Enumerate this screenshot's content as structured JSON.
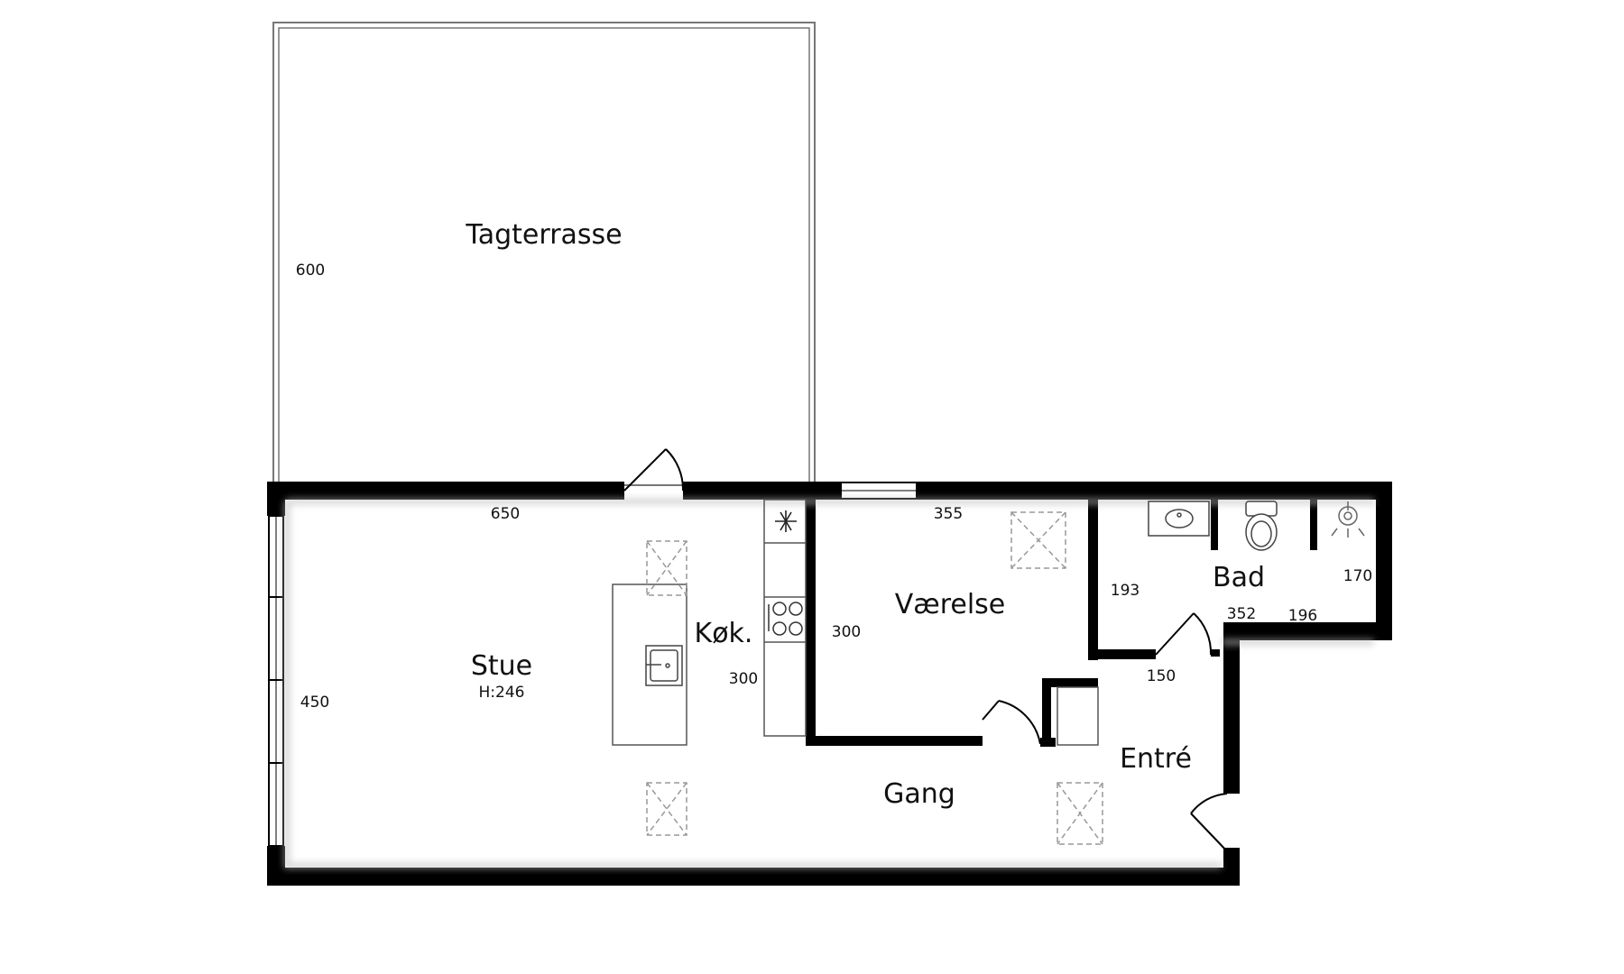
{
  "rooms": {
    "tagterrasse": "Tagterrasse",
    "stue": "Stue",
    "stue_height": "H:246",
    "kok": "Køk.",
    "vaerelse": "Værelse",
    "bad": "Bad",
    "entre": "Entré",
    "gang": "Gang"
  },
  "dimensions": {
    "terrace_side": "600",
    "stue_width": "650",
    "stue_depth": "450",
    "kitchen_length": "300",
    "vaerelse_width": "355",
    "vaerelse_depth": "300",
    "bad_depth": "193",
    "bad_width": "352",
    "shower_width": "196",
    "shower_depth": "170",
    "entre_width": "150"
  },
  "colors": {
    "wall": "#000000",
    "fixture_stroke": "#555555",
    "skylight_stroke": "#999999"
  },
  "icons": [
    "freezer-icon",
    "cooktop-icon",
    "sink-icon",
    "toilet-icon",
    "shower-icon",
    "skylight-icon"
  ]
}
